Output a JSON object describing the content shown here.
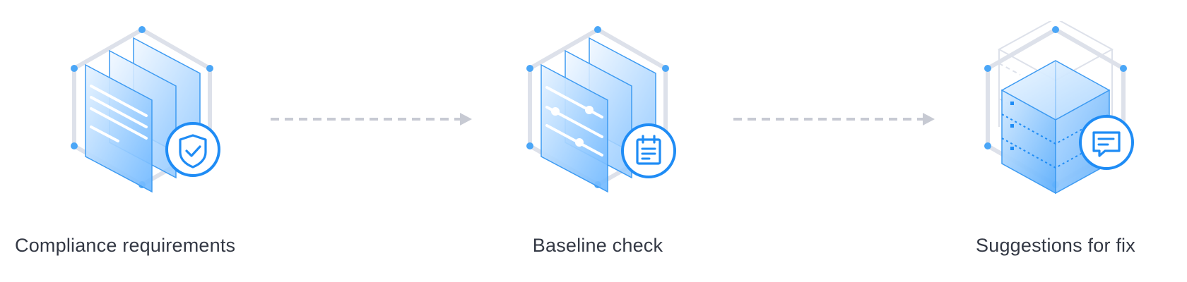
{
  "flow": {
    "steps": [
      {
        "label": "Compliance requirements",
        "icon": "shield-check-icon"
      },
      {
        "label": "Baseline check",
        "icon": "clipboard-list-icon"
      },
      {
        "label": "Suggestions for fix",
        "icon": "chat-message-icon"
      }
    ],
    "connectors": [
      "dashed-arrow",
      "dashed-arrow"
    ]
  },
  "colors": {
    "accent": "#1f8cf5",
    "accent_light": "#8cc8ff",
    "hexagon": "#dde1ea",
    "node": "#4aa6f7",
    "arrow": "#c7cad3",
    "label": "#333844"
  }
}
